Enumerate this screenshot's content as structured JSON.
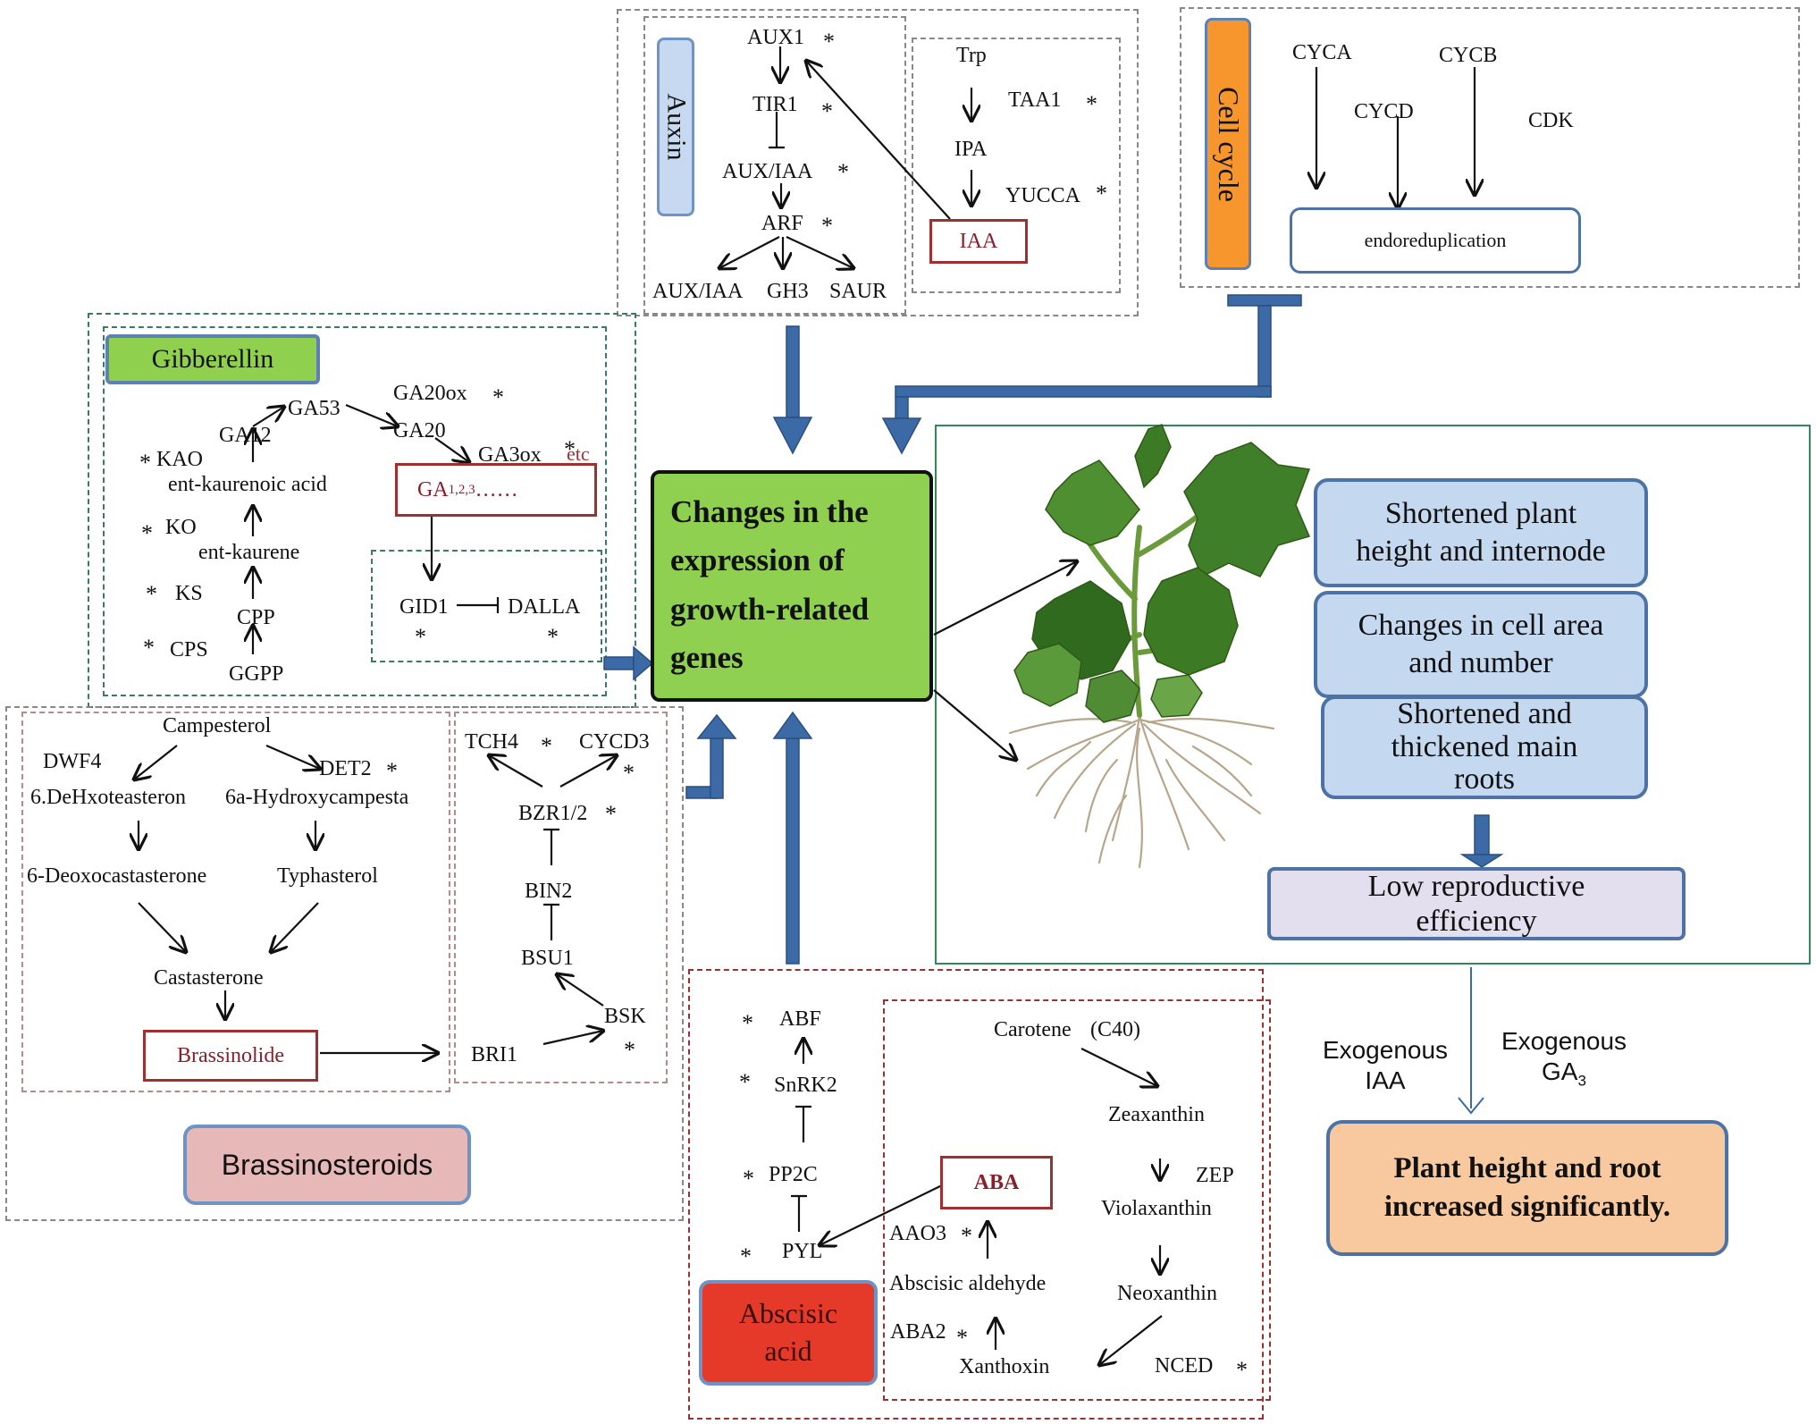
{
  "colors": {
    "dash_gray": "#888888",
    "dash_red": "#9a3030",
    "dash_green": "#3a7a66",
    "center_green": "#8fd050",
    "gibberellin_green": "#8fd14f",
    "auxin_blue": "#c6d9f0",
    "cell_cycle_orange": "#f7962c",
    "brassinosteroids_pink": "#e6b9b8",
    "abscisic_red": "#e53a2a",
    "card_blue": "#c4d8ef",
    "final_orange": "#f8c89e",
    "flow_arrow_blue": "#3c6aa6"
  },
  "auxin": {
    "title": "Auxin",
    "signaling": [
      "AUX1",
      "TIR1",
      "AUX/IAA",
      "ARF"
    ],
    "outputs": [
      "AUX/IAA",
      "GH3",
      "SAUR"
    ],
    "biosynthesis": [
      "Trp",
      "TAA1",
      "IPA",
      "YUCCA",
      "IAA"
    ]
  },
  "cell_cycle": {
    "title": "Cell cycle",
    "genes": [
      "CYCA",
      "CYCB",
      "CYCD",
      "CDK"
    ],
    "process": "endoreduplication"
  },
  "gibberellin": {
    "title": "Gibberellin",
    "enzymes": [
      "KAO",
      "KO",
      "KS",
      "CPS",
      "GA20ox",
      "GA3ox",
      "etc"
    ],
    "intermediates": [
      "GA12",
      "GA53",
      "GA20",
      "ent-kaurenoic acid",
      "ent-kaurene",
      "CPP",
      "GGPP"
    ],
    "active_ga": "GA",
    "active_ga_sub": "1,2,3",
    "active_ga_suffix": "……",
    "signaling": [
      "GID1",
      "DALLA"
    ]
  },
  "center": {
    "label": "Changes in the expression of growth-related genes"
  },
  "brassinosteroids": {
    "title": "Brassinosteroids",
    "biosynthesis": [
      "Campesterol",
      "DWF4",
      "DET2",
      "6.DeHxoteasteron",
      "6a-Hydroxycampesta",
      "6-Deoxocastasterone",
      "Typhasterol",
      "Castasterone",
      "Brassinolide"
    ],
    "signaling": [
      "TCH4",
      "CYCD3",
      "BZR1/2",
      "BIN2",
      "BSU1",
      "BSK",
      "BRI1"
    ]
  },
  "abscisic_acid": {
    "title": "Abscisic acid",
    "signaling": [
      "ABF",
      "SnRK2",
      "PP2C",
      "PYL"
    ],
    "hormone": "ABA",
    "biosynthesis": [
      "Carotene",
      "(C40)",
      "Zeaxanthin",
      "ZEP",
      "Violaxanthin",
      "Neoxanthin",
      "NCED",
      "Xanthoxin",
      "ABA2",
      "Abscisic aldehyde",
      "AAO3"
    ]
  },
  "phenotypes": {
    "cards": [
      [
        "Shortened  plant",
        "height and internode"
      ],
      [
        "Changes in cell area",
        "and number"
      ],
      [
        "Shortened and",
        "thickened main",
        "roots"
      ]
    ],
    "reproduction": [
      "Low reproductive",
      "efficiency"
    ]
  },
  "treatment": {
    "iaa": [
      "Exogenous",
      "IAA"
    ],
    "ga_line1": "Exogenous",
    "ga_line2": "GA",
    "ga_sub": "3",
    "result": [
      "Plant height and root",
      "increased significantly."
    ]
  },
  "star": "*"
}
